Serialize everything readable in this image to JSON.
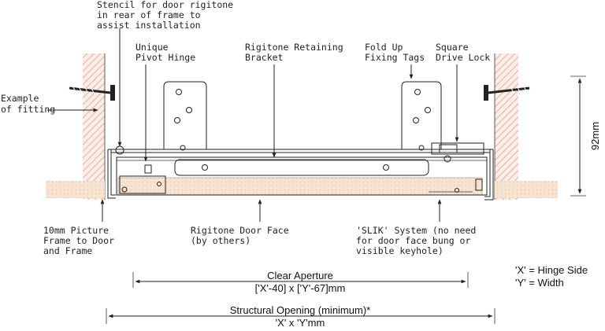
{
  "labels": {
    "stencil": [
      "Stencil for door rigitone",
      "in rear of frame to",
      "assist installation"
    ],
    "pivot": [
      "Unique",
      "Pivot Hinge"
    ],
    "bracket": [
      "Rigitone Retaining",
      "Bracket"
    ],
    "tags": [
      "Fold Up",
      "Fixing Tags"
    ],
    "lock": [
      "Square",
      "Drive Lock"
    ],
    "example": [
      "Example",
      "of fitting"
    ],
    "frame": [
      "10mm Picture",
      "Frame to Door",
      "and Frame"
    ],
    "door_face": [
      "Rigitone Door Face",
      "(by others)"
    ],
    "slik": [
      "'SLIK' System (no need",
      "for door face bung or",
      "visible keyhole)"
    ]
  },
  "dimensions": {
    "height": "92mm",
    "clear_aperture_title": "Clear Aperture",
    "clear_aperture_value": "['X'-40] x ['Y'-67]mm",
    "structural_title": "Structural Opening (minimum)*",
    "structural_value": "'X' x 'Y'mm"
  },
  "legend": {
    "x": "'X' = Hinge Side",
    "y": "'Y' = Width"
  },
  "colors": {
    "hatch": "#e8a090",
    "door_face": "#f6dcc8",
    "line": "#222222"
  }
}
